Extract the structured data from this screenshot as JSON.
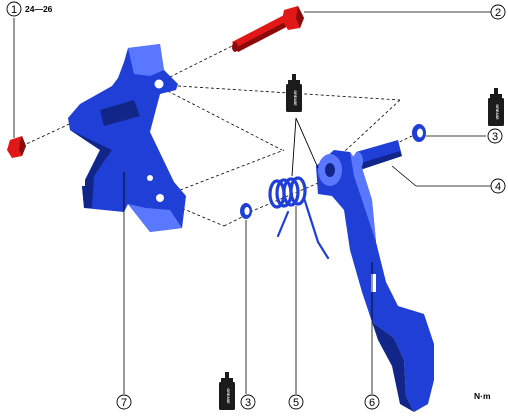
{
  "diagram": {
    "torque_spec": "24—26",
    "unit_label": "N·m",
    "grease_label": "GREASE",
    "colors": {
      "part_blue": "#1f3fd6",
      "part_blue_dark": "#12268a",
      "part_blue_light": "#5a78ff",
      "bolt_red": "#e01818",
      "bolt_red_dark": "#8c0a0a",
      "can_black": "#1b1b1b"
    },
    "callouts": [
      {
        "id": "callout-1",
        "number": "1"
      },
      {
        "id": "callout-2",
        "number": "2"
      },
      {
        "id": "callout-3a",
        "number": "3"
      },
      {
        "id": "callout-4",
        "number": "4"
      },
      {
        "id": "callout-5",
        "number": "5"
      },
      {
        "id": "callout-6",
        "number": "6"
      },
      {
        "id": "callout-7",
        "number": "7"
      },
      {
        "id": "callout-3b",
        "number": "3"
      }
    ]
  }
}
